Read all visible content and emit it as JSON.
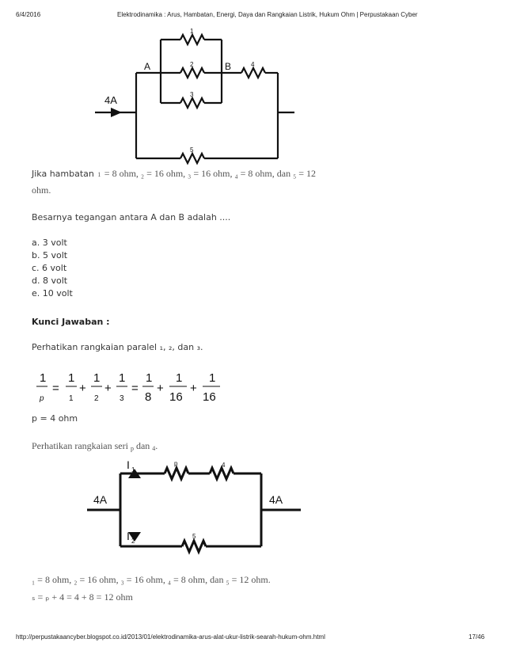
{
  "header": {
    "date": "6/4/2016",
    "title": "Elektrodinamika : Arus, Hambatan, Energi, Daya dan Rangkaian Listrik, Hukum Ohm | Perpustakaan Cyber"
  },
  "circuit1": {
    "labels": {
      "A": "A",
      "B": "B",
      "current": "4A"
    },
    "resistors": [
      "1",
      "2",
      "3",
      "4",
      "5"
    ]
  },
  "question": {
    "given_prefix": "Jika hambatan",
    "given_rest": "= 8 ohm, ₂ = 16 ohm, ₃ = 16 ohm, ₄ = 8 ohm, dan ₅ = 12",
    "given_cont": "ohm.",
    "prompt": "Besarnya tegangan antara A dan B adalah ....",
    "options": [
      "a. 3 volt",
      "b. 5 volt",
      "c. 6 volt",
      "d. 8 volt",
      "e. 10 volt"
    ]
  },
  "answer": {
    "heading": "Kunci Jawaban :",
    "parallel_note": "Perhatikan rangkaian paralel  ₁, ₂, dan ₃.",
    "equation": {
      "lhs_num": "1",
      "lhs_den": "p",
      "terms": [
        {
          "num": "1",
          "den": "1"
        },
        {
          "num": "1",
          "den": "2"
        },
        {
          "num": "1",
          "den": "3"
        },
        {
          "num": "1",
          "den": "8"
        },
        {
          "num": "1",
          "den": "16"
        },
        {
          "num": "1",
          "den": "16"
        }
      ]
    },
    "result_p": "p = 4 ohm",
    "series_note": "Perhatikan rangkaian seri ",
    "series_sub_p": "p",
    "series_mid": " dan ",
    "series_sub_4": "4",
    "series_end": ".",
    "values_line": "₁ = 8 ohm, ₂ = 16 ohm, ₃ = 16 ohm, ₄ = 8 ohm, dan ₅ = 12 ohm.",
    "series_calc": "ₛ = ₚ + 4 = 4 + 8 = 12 ohm"
  },
  "circuit2": {
    "labels": {
      "I1": "I",
      "I1_sub": "1",
      "I2": "I",
      "I2_sub": "2",
      "left_current": "4A",
      "right_current": "4A",
      "rp": "p",
      "r4": "4",
      "r5": "5"
    }
  },
  "footer": {
    "url": "http://perpustakaancyber.blogspot.co.id/2013/01/elektrodinamika-arus-alat-ukur-listrik-searah-hukum-ohm.html",
    "page": "17/46"
  }
}
